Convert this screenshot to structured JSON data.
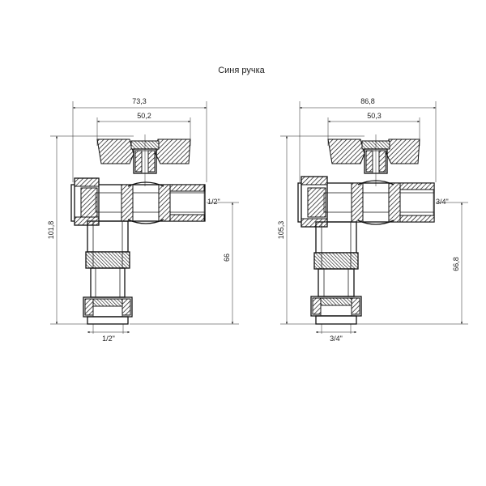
{
  "title": "Синя ручка",
  "valves": [
    {
      "name": "1/2",
      "overall_width": "73,3",
      "handle_width": "50,2",
      "overall_height": "101,8",
      "outlet_height": "66",
      "side_thread": "1/2\"",
      "bottom_thread": "1/2\""
    },
    {
      "name": "3/4",
      "overall_width": "86,8",
      "handle_width": "50,3",
      "overall_height": "105,3",
      "outlet_height": "66,8",
      "side_thread": "3/4\"",
      "bottom_thread": "3/4\""
    }
  ]
}
